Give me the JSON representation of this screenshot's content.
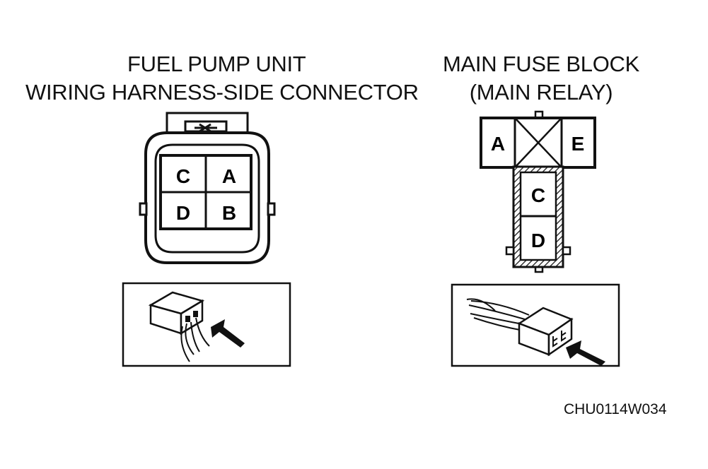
{
  "left_panel": {
    "title_line1": "FUEL PUMP UNIT",
    "title_line2": "WIRING HARNESS-SIDE CONNECTOR",
    "terminals": {
      "top_left": "C",
      "top_right": "A",
      "bottom_left": "D",
      "bottom_right": "B"
    }
  },
  "right_panel": {
    "title_line1": "MAIN FUSE BLOCK",
    "title_line2": "(MAIN RELAY)",
    "terminals": {
      "left": "A",
      "right": "E",
      "lower_top": "C",
      "lower_bottom": "D"
    }
  },
  "figure_code": "CHU0114W034"
}
